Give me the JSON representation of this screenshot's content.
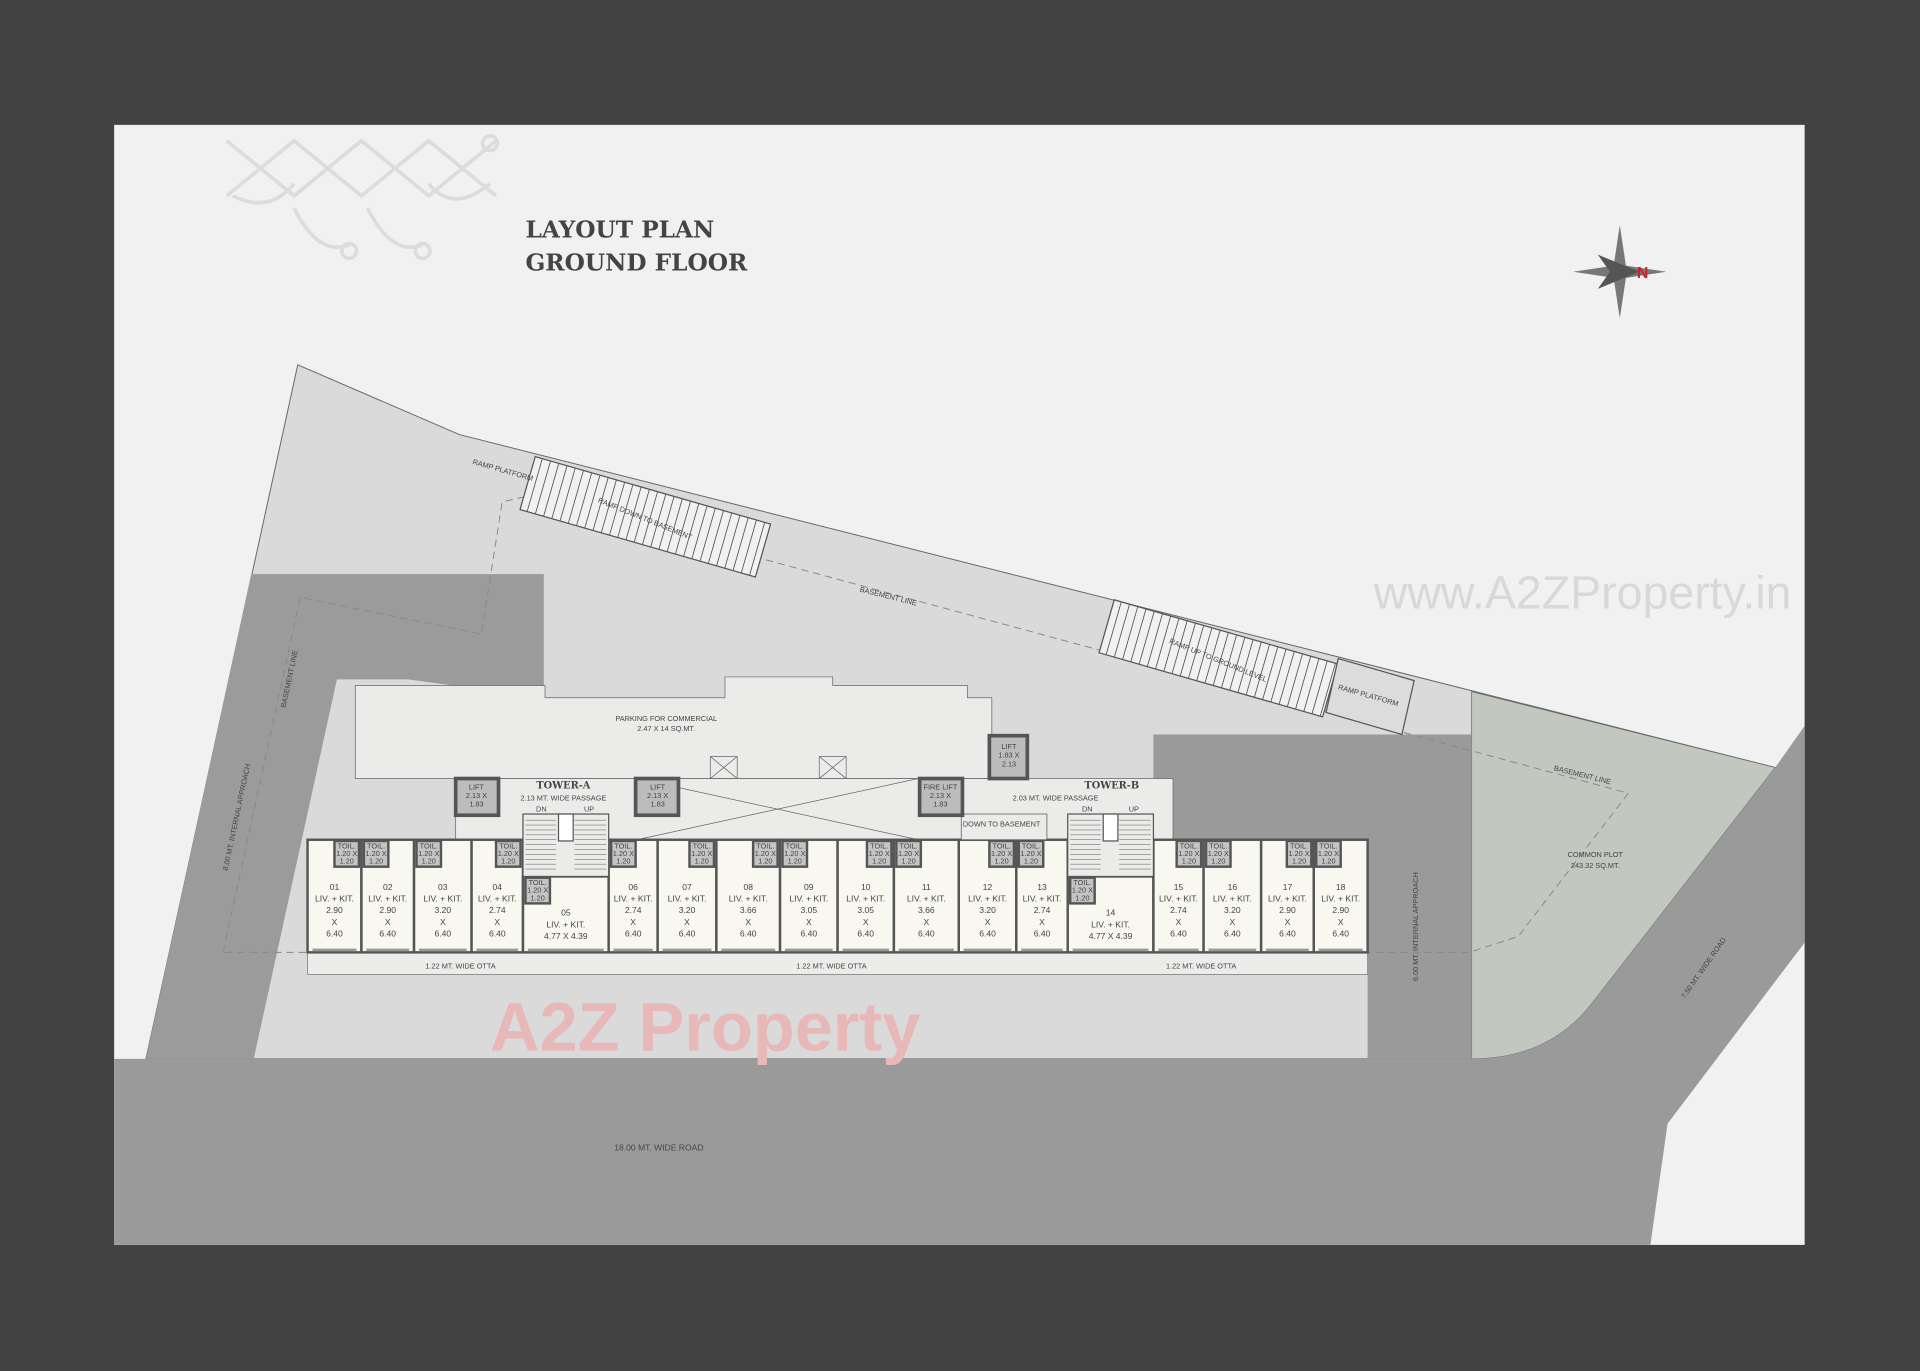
{
  "title": {
    "line1": "LAYOUT PLAN",
    "line2": "GROUND FLOOR"
  },
  "compass": {
    "north_label": "N",
    "north_color": "#d0202a"
  },
  "watermark": {
    "url": "www.A2ZProperty.in",
    "logo": "A2Z Property"
  },
  "colors": {
    "background": "#424242",
    "sheet": "#f1f1f1",
    "road": "#9a9a9a",
    "site": "#d9dad9",
    "common_plot": "#c2c8c0",
    "unit": "#f8f7f0"
  },
  "labels": {
    "ramp_platform": "RAMP PLATFORM",
    "ramp_down": "RAMP DOWN TO BASEMENT",
    "ramp_up": "RAMP UP TO GROUND LEVEL",
    "basement_line": "BASEMENT LINE",
    "approach_left": "8.00 MT. INTERNAL APPROACH",
    "approach_right": "6.00 MT. INTERNAL APPROACH",
    "road_main": "18.00 MT. WIDE ROAD",
    "road_side": "7.50 MT. WIDE ROAD",
    "common_plot": "COMMON PLOT",
    "common_plot_area": "243.32 SQ.MT.",
    "parking": "PARKING FOR COMMERCIAL",
    "parking_size": "2.47 X 14 SQ.MT.",
    "tower_a": "TOWER-A",
    "tower_a_passage": "2.13 MT. WIDE PASSAGE",
    "tower_b": "TOWER-B",
    "tower_b_passage": "2.03 MT. WIDE PASSAGE",
    "down_to_basement": "DOWN TO BASEMENT",
    "dn": "DN",
    "up": "UP",
    "otta": "1.22 MT. WIDE OTTA",
    "lift": "LIFT",
    "fire_lift": "FIRE LIFT",
    "lift_size_a": "2.13 X",
    "lift_size_b": "1.83",
    "lift_top_a": "1.83 X",
    "lift_top_b": "2.13",
    "toilet": "TOIL.",
    "toilet_size_a": "1.20 X",
    "toilet_size_b": "1.20"
  },
  "units": [
    {
      "no": "01",
      "type": "LIV. + KIT.",
      "w": "2.90",
      "l": "6.40"
    },
    {
      "no": "02",
      "type": "LIV. + KIT.",
      "w": "2.90",
      "l": "6.40"
    },
    {
      "no": "03",
      "type": "LIV. + KIT.",
      "w": "3.20",
      "l": "6.40"
    },
    {
      "no": "04",
      "type": "LIV. + KIT.",
      "w": "2.74",
      "l": "6.40"
    },
    {
      "no": "05",
      "type": "LIV. + KIT.",
      "size": "4.77 X 4.39"
    },
    {
      "no": "06",
      "type": "LIV. + KIT.",
      "w": "2.74",
      "l": "6.40"
    },
    {
      "no": "07",
      "type": "LIV. + KIT.",
      "w": "3.20",
      "l": "6.40"
    },
    {
      "no": "08",
      "type": "LIV. + KIT.",
      "w": "3.66",
      "l": "6.40"
    },
    {
      "no": "09",
      "type": "LIV. + KIT.",
      "w": "3.05",
      "l": "6.40"
    },
    {
      "no": "10",
      "type": "LIV. + KIT.",
      "w": "3.05",
      "l": "6.40"
    },
    {
      "no": "11",
      "type": "LIV. + KIT.",
      "w": "3.66",
      "l": "6.40"
    },
    {
      "no": "12",
      "type": "LIV. + KIT.",
      "w": "3.20",
      "l": "6.40"
    },
    {
      "no": "13",
      "type": "LIV. + KIT.",
      "w": "2.74",
      "l": "6.40"
    },
    {
      "no": "14",
      "type": "LIV. + KIT.",
      "size": "4.77 X 4.39"
    },
    {
      "no": "15",
      "type": "LIV. + KIT.",
      "w": "2.74",
      "l": "6.40"
    },
    {
      "no": "16",
      "type": "LIV. + KIT.",
      "w": "3.20",
      "l": "6.40"
    },
    {
      "no": "17",
      "type": "LIV. + KIT.",
      "w": "2.90",
      "l": "6.40"
    },
    {
      "no": "18",
      "type": "LIV. + KIT.",
      "w": "2.90",
      "l": "6.40"
    }
  ],
  "x_sep": "X"
}
